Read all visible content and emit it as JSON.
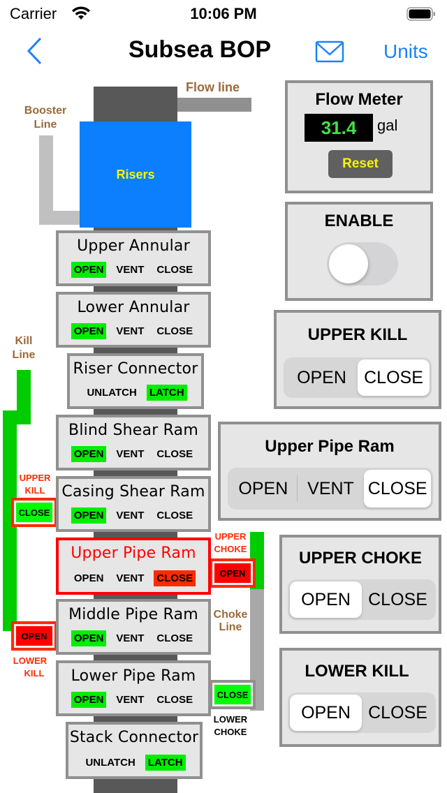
{
  "status_bar": {
    "carrier": "Carrier",
    "time": "10:06 PM"
  },
  "nav": {
    "title": "Subsea BOP",
    "right_button": "Units",
    "back_icon": "chevron-left-icon",
    "mail_icon": "envelope-icon"
  },
  "colors": {
    "accent": "#1a82f7",
    "open_green": "#00ee00",
    "alert_red": "#ff0000",
    "riser_blue": "#0b7ffd",
    "line_label_brown": "#9a6a3a"
  },
  "diagram": {
    "flow_line": "Flow line",
    "booster_line": [
      "Booster",
      "Line"
    ],
    "risers": "Risers",
    "kill_line": [
      "Kill",
      "Line"
    ],
    "choke_line": [
      "Choke",
      "Line"
    ],
    "valves": {
      "upper_kill": {
        "caption": [
          "UPPER",
          "KILL"
        ],
        "state": "CLOSE"
      },
      "lower_kill": {
        "caption": [
          "LOWER",
          "KILL"
        ],
        "state": "OPEN"
      },
      "upper_choke": {
        "caption": [
          "UPPER",
          "CHOKE"
        ],
        "state": "OPEN"
      },
      "lower_choke": {
        "caption": [
          "LOWER",
          "CHOKE"
        ],
        "state": "CLOSE"
      }
    }
  },
  "stack": [
    {
      "name": "Upper Annular",
      "buttons": [
        "OPEN",
        "VENT",
        "CLOSE"
      ],
      "active": "OPEN"
    },
    {
      "name": "Lower Annular",
      "buttons": [
        "OPEN",
        "VENT",
        "CLOSE"
      ],
      "active": "OPEN"
    },
    {
      "name": "Riser Connector",
      "buttons": [
        "UNLATCH",
        "LATCH"
      ],
      "active": "LATCH"
    },
    {
      "name": "Blind Shear Ram",
      "buttons": [
        "OPEN",
        "VENT",
        "CLOSE"
      ],
      "active": "OPEN"
    },
    {
      "name": "Casing Shear Ram",
      "buttons": [
        "OPEN",
        "VENT",
        "CLOSE"
      ],
      "active": "OPEN"
    },
    {
      "name": "Upper Pipe Ram",
      "buttons": [
        "OPEN",
        "VENT",
        "CLOSE"
      ],
      "active": "CLOSE",
      "alert": true
    },
    {
      "name": "Middle Pipe Ram",
      "buttons": [
        "OPEN",
        "VENT",
        "CLOSE"
      ],
      "active": "OPEN"
    },
    {
      "name": "Lower Pipe Ram",
      "buttons": [
        "OPEN",
        "VENT",
        "CLOSE"
      ],
      "active": "OPEN"
    },
    {
      "name": "Stack Connector",
      "buttons": [
        "UNLATCH",
        "LATCH"
      ],
      "active": "LATCH"
    }
  ],
  "flow_meter": {
    "title": "Flow Meter",
    "value": "31.4",
    "unit": "gal",
    "reset_label": "Reset"
  },
  "enable": {
    "title": "ENABLE",
    "on": false
  },
  "controls": {
    "upper_kill": {
      "title": "UPPER KILL",
      "options": [
        "OPEN",
        "CLOSE"
      ],
      "selected": "CLOSE"
    },
    "upper_pipe_ram": {
      "title": "Upper Pipe Ram",
      "options": [
        "OPEN",
        "VENT",
        "CLOSE"
      ],
      "selected": "CLOSE"
    },
    "upper_choke": {
      "title": "UPPER CHOKE",
      "options": [
        "OPEN",
        "CLOSE"
      ],
      "selected": "OPEN"
    },
    "lower_kill": {
      "title": "LOWER KILL",
      "options": [
        "OPEN",
        "CLOSE"
      ],
      "selected": "OPEN"
    }
  }
}
